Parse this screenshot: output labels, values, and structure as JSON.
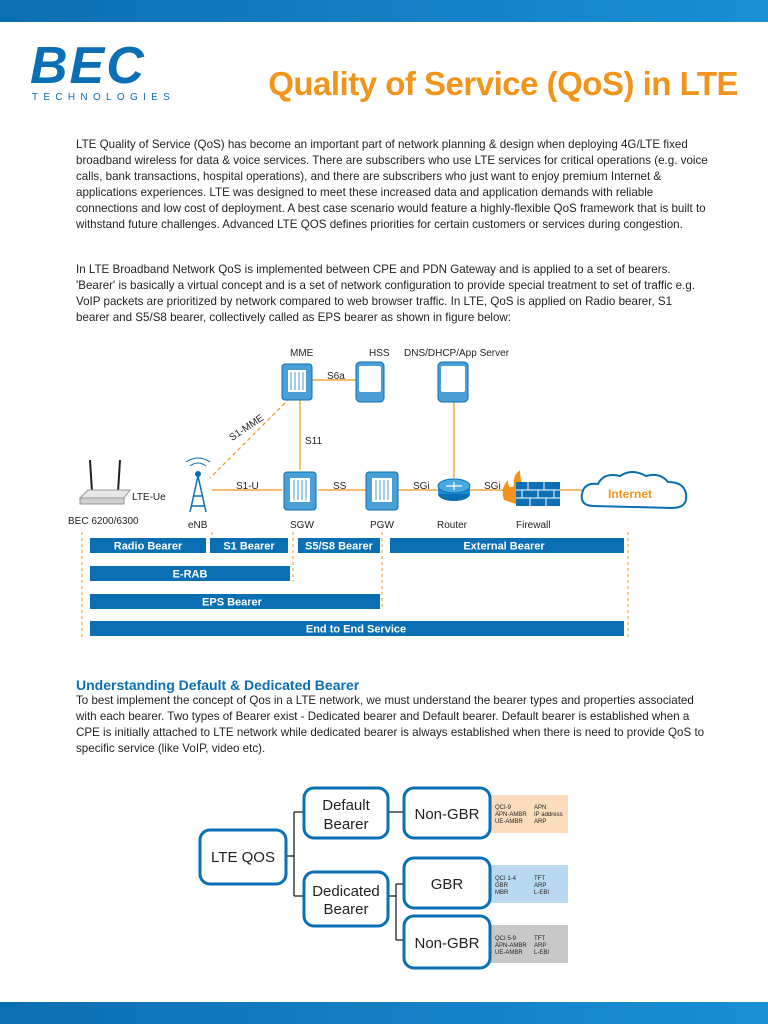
{
  "header": {
    "logo": {
      "name": "BEC",
      "tagline": "TECHNOLOGIES"
    },
    "title": "Quality of Service (QoS) in LTE"
  },
  "intro": {
    "paragraph1": "LTE Quality of Service (QoS) has become an important part of network planning & design when deploying 4G/LTE fixed broadband wireless for data & voice services. There are subscribers who use LTE services for critical operations (e.g. voice calls, bank transactions, hospital operations), and there are subscribers who just want to enjoy premium Internet & applications experiences.  LTE was designed to meet these increased data and application demands with reliable connections and low cost of deployment. A best case scenario would feature a highly-flexible QoS framework that is built to withstand future challenges. Advanced LTE QOS defines priorities for certain customers or services during congestion.",
    "paragraph2": "In LTE Broadband Network QoS is implemented between CPE and PDN Gateway and is applied to a set of bearers. 'Bearer' is basically a virtual concept and is a set of network configuration to provide special treatment to set of traffic e.g. VoIP packets are prioritized by network compared to web browser traffic. In LTE, QoS is applied on Radio bearer, S1 bearer and S5/S8 bearer, collectively called as EPS bearer as shown in figure below:"
  },
  "network_diagram": {
    "nodes": {
      "mme": "MME",
      "hss": "HSS",
      "dns": "DNS/DHCP/App Server",
      "ue": "LTE-Ue",
      "ue_model": "BEC 6200/6300",
      "enb": "eNB",
      "sgw": "SGW",
      "pgw": "PGW",
      "router": "Router",
      "firewall": "Firewall",
      "internet": "Internet"
    },
    "links": {
      "s6a": "S6a",
      "s1mme": "S1-MME",
      "s11": "S11",
      "s1u": "S1-U",
      "ss": "SS",
      "sgi1": "SGi",
      "sgi2": "SGi"
    },
    "bearers": {
      "radio": "Radio Bearer",
      "s1": "S1 Bearer",
      "s5s8": "S5/S8 Bearer",
      "external": "External Bearer",
      "erab": "E-RAB",
      "eps": "EPS Bearer",
      "e2e": "End to End Service"
    }
  },
  "section": {
    "heading": "Understanding Default & Dedicated Bearer",
    "paragraph": "To best implement the concept of Qos in a LTE network, we must understand the bearer types and properties associated with each bearer. Two types of Bearer exist - Dedicated bearer and Default bearer. Default bearer is established when a CPE is initially attached to LTE network while dedicated bearer is always established when there is need to provide QoS to specific service (like VoIP, video etc)."
  },
  "qos_tree": {
    "root": "LTE QOS",
    "default": [
      "Default",
      "Bearer"
    ],
    "dedicated": [
      "Dedicated",
      "Bearer"
    ],
    "default_nongbr": "Non-GBR",
    "gbr": "GBR",
    "dedicated_nongbr": "Non-GBR",
    "default_info": {
      "left": [
        "QCI-9",
        "APN-AMBR",
        "UE-AMBR"
      ],
      "right": [
        "APN",
        "IP address",
        "ARP"
      ]
    },
    "gbr_info": {
      "left": [
        "QCI 1-4",
        "GBR",
        "MBR"
      ],
      "right": [
        "TFT",
        "ARP",
        "L-EBI"
      ]
    },
    "nongbr_info": {
      "left": [
        "QCI 5-9",
        "APN-AMBR",
        "UE-AMBR"
      ],
      "right": [
        "TFT",
        "ARP",
        "L-EBI"
      ]
    }
  },
  "colors": {
    "brand_blue": "#0a6fb3",
    "accent_orange": "#f0941b",
    "peach": "#fbdcbc",
    "light_blue": "#b8d9f0",
    "grey": "#c8c8c8"
  }
}
